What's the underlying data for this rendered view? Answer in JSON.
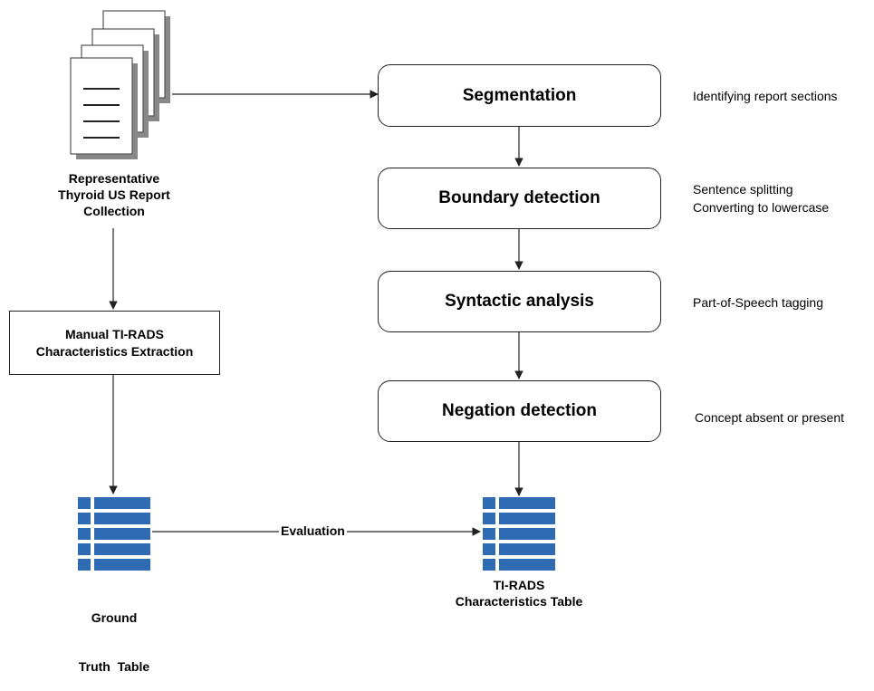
{
  "source": {
    "caption_lines": [
      "Representative",
      "Thyroid US Report",
      "Collection"
    ],
    "icon": "document-stack-icon"
  },
  "manual": {
    "label_lines": [
      "Manual TI-RADS",
      "Characteristics Extraction"
    ]
  },
  "pipeline": {
    "steps": [
      {
        "label": "Segmentation",
        "notes": [
          "Identifying report sections"
        ]
      },
      {
        "label": "Boundary detection",
        "notes": [
          "Sentence splitting",
          "Converting to lowercase"
        ]
      },
      {
        "label": "Syntactic analysis",
        "notes": [
          "Part-of-Speech tagging"
        ]
      },
      {
        "label": "Negation detection",
        "notes": [
          "Concept absent or present"
        ]
      }
    ]
  },
  "ground_truth": {
    "caption_lines": [
      "Ground",
      "Truth  Table"
    ],
    "icon": "table-icon"
  },
  "result": {
    "caption_lines": [
      "TI-RADS",
      "Characteristics Table"
    ],
    "icon": "table-icon"
  },
  "evaluation_label": "Evaluation",
  "colors": {
    "table_blue": "#2F6BB3",
    "doc_shadow": "#777777",
    "line": "#222222"
  }
}
